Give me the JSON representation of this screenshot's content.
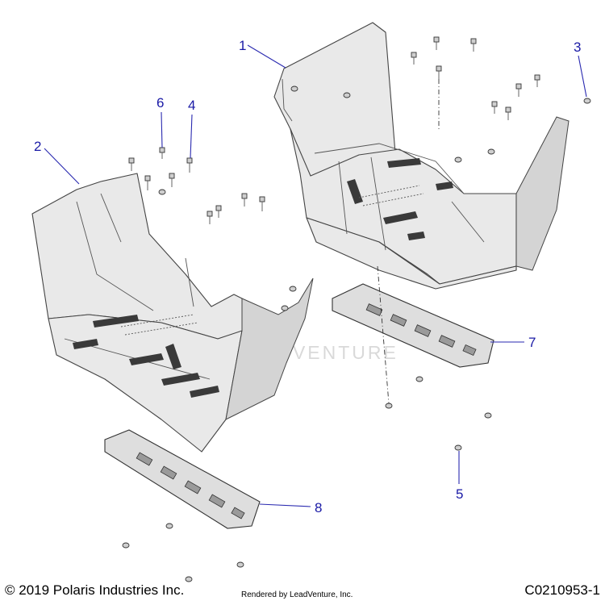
{
  "diagram": {
    "callouts": [
      {
        "id": "1",
        "label": "1"
      },
      {
        "id": "2",
        "label": "2"
      },
      {
        "id": "3",
        "label": "3"
      },
      {
        "id": "4",
        "label": "4"
      },
      {
        "id": "5",
        "label": "5"
      },
      {
        "id": "6",
        "label": "6"
      },
      {
        "id": "7",
        "label": "7"
      },
      {
        "id": "8",
        "label": "8"
      }
    ],
    "watermark": "ADVENTURE",
    "colors": {
      "callout": "#1a1aa6",
      "part_fill": "#e9e9e9",
      "outline": "#444444"
    }
  },
  "footer": {
    "copyright": "© 2019 Polaris Industries Inc.",
    "rendered_by": "Rendered by LeadVenture, Inc.",
    "diagram_code": "C0210953-1"
  }
}
